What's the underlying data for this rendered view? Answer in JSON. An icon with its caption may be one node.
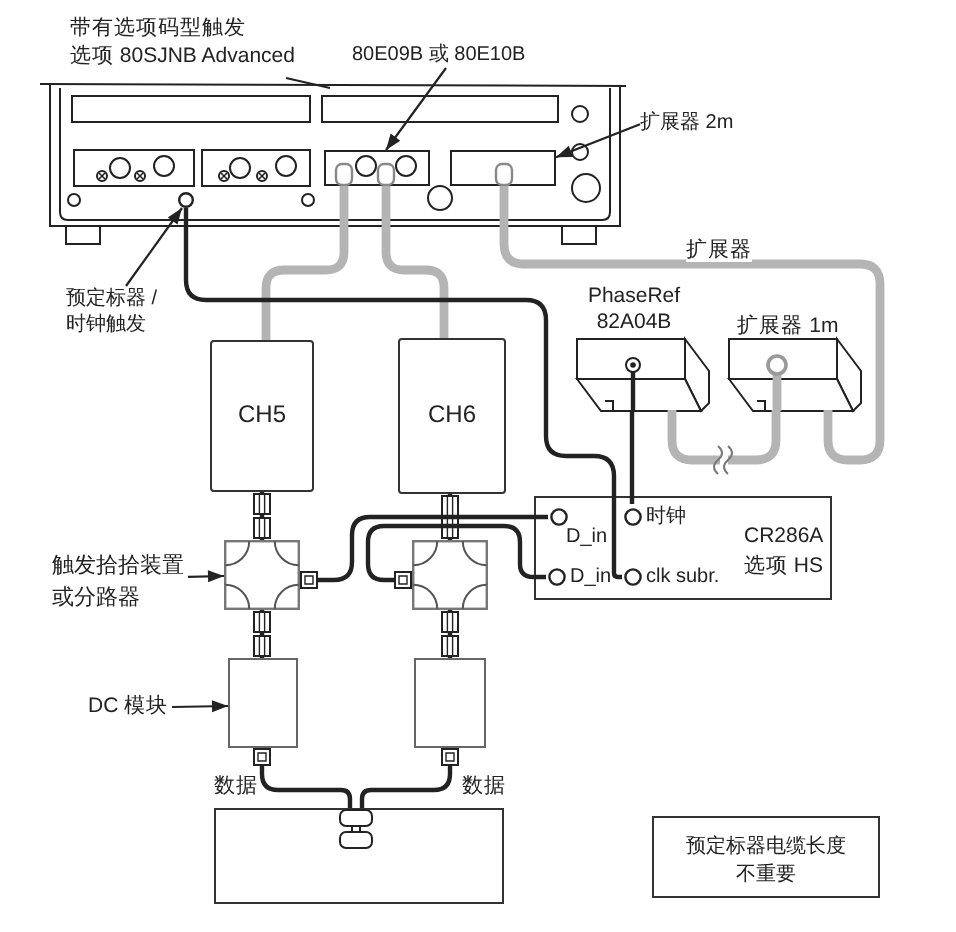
{
  "diagram": {
    "nodes": [
      {
        "text": [],
        "shape": "picture"
      },
      {
        "text": [
          "80E09B 或 80E10B"
        ]
      },
      {
        "text": [],
        "shape": "box",
        "in": 0
      },
      {
        "text": [
          "扩展器 2m"
        ]
      },
      {
        "text": [],
        "shape": "box",
        "in": 0
      },
      {
        "text": [
          "预定标器 /时钟触发"
        ]
      },
      {
        "text": [],
        "shape": "circle",
        "in": 0
      },
      {
        "text": [
          "CH5"
        ]
      },
      {
        "text": [
          "CH6"
        ]
      },
      {
        "text": [
          "PhaseRef 82A04B"
        ]
      },
      {
        "text": [
          "扩展器 1m"
        ]
      },
      {
        "text": [
          "触发拾拾装置或分路器"
        ]
      },
      {
        "text": [],
        "shape": "box"
      },
      {
        "text": [],
        "shape": "box"
      },
      {
        "text": [
          "CR286A 选项 HS"
        ]
      },
      {
        "text": [
          "D_in"
        ],
        "in": 14
      },
      {
        "text": [
          "时钟"
        ],
        "in": 14
      },
      {
        "text": [
          "D_in"
        ],
        "in": 14
      },
      {
        "text": [
          "clk subr."
        ],
        "in": 14
      },
      {
        "text": [
          "DC 模块"
        ]
      },
      {
        "text": [],
        "shape": "box"
      },
      {
        "text": [],
        "shape": "box"
      },
      {
        "text": [],
        "shape": "box"
      },
      {
        "text": [
          "预定标器电缆长度不重要"
        ]
      }
    ],
    "edges": [
      {
        "from": 1,
        "to": 2,
        "arrow": "to"
      },
      {
        "from": 3,
        "to": 4,
        "arrow": "to"
      },
      {
        "from": 5,
        "to": 6,
        "arrow": "to"
      },
      {
        "from": 2,
        "to": 7,
        "arrow": "none",
        "style": "thick",
        "color": "#b4b4b4"
      },
      {
        "from": 2,
        "to": 8,
        "arrow": "none",
        "style": "thick",
        "color": "#b4b4b4"
      },
      {
        "from": 4,
        "to": 10,
        "arrow": "none",
        "label": "扩展器",
        "style": "thick",
        "color": "#b4b4b4"
      },
      {
        "from": 10,
        "to": 9,
        "arrow": "none",
        "style": "thick",
        "color": "#b4b4b4"
      },
      {
        "from": 6,
        "to": 18,
        "arrow": "none"
      },
      {
        "from": 9,
        "to": 16,
        "arrow": "none"
      },
      {
        "from": 7,
        "to": 12,
        "arrow": "other"
      },
      {
        "from": 8,
        "to": 13,
        "arrow": "other"
      },
      {
        "from": 12,
        "to": 15,
        "arrow": "other"
      },
      {
        "from": 13,
        "to": 17,
        "arrow": "other"
      },
      {
        "from": 11,
        "to": 12,
        "arrow": "to"
      },
      {
        "from": 12,
        "to": 20,
        "arrow": "other"
      },
      {
        "from": 13,
        "to": 21,
        "arrow": "other"
      },
      {
        "from": 19,
        "to": 20,
        "arrow": "to"
      },
      {
        "from": 20,
        "to": 22,
        "arrow": "other",
        "label": "数据"
      },
      {
        "from": 21,
        "to": 22,
        "arrow": "other",
        "label": "数据"
      }
    ],
    "labels": [
      "带有选项码型触发",
      "选项 80SJNB Advanced"
    ]
  }
}
